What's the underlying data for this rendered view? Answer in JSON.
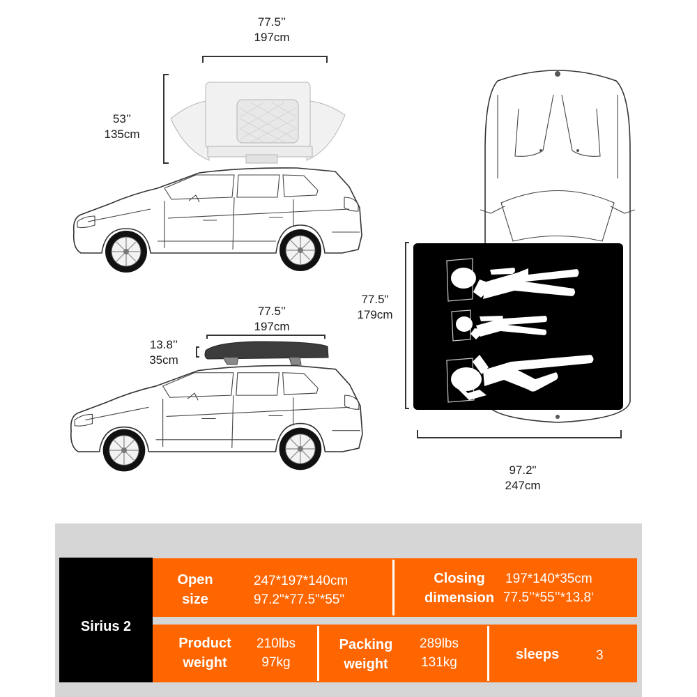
{
  "diagram": {
    "open_tent": {
      "width_label": {
        "inches": "77.5’’",
        "cm": "197cm"
      },
      "height_label": {
        "inches": "53’’",
        "cm": "135cm"
      }
    },
    "closed_tent": {
      "width_label": {
        "inches": "77.5’’",
        "cm": "197cm"
      },
      "height_label": {
        "inches": "13.8’’",
        "cm": "35cm"
      }
    },
    "top_view": {
      "depth_label": {
        "inches": "77.5\"",
        "cm": "179cm"
      },
      "length_label": {
        "inches": "97.2\"",
        "cm": "247cm"
      },
      "sleepers_icon": "three-sleeping-people-icon"
    }
  },
  "spec_table": {
    "model": "Sirius 2",
    "colors": {
      "accent": "#ff6600",
      "model_bg": "#000000",
      "panel_bg": "#d6d6d6",
      "text": "#ffffff"
    },
    "rows": [
      [
        {
          "label_line1": "Open",
          "label_line2": "size",
          "value_line1": "247*197*140cm",
          "value_line2": "97.2\"*77.5\"*55\""
        },
        {
          "label_line1": "Closing",
          "label_line2": "dimension",
          "value_line1": "197*140*35cm",
          "value_line2": "77.5’’*55’’*13.8‘"
        }
      ],
      [
        {
          "label_line1": "Product",
          "label_line2": "weight",
          "value_line1": "210lbs",
          "value_line2": "97kg"
        },
        {
          "label_line1": "Packing",
          "label_line2": "weight",
          "value_line1": "289lbs",
          "value_line2": "131kg"
        },
        {
          "label": "sleeps",
          "value": "3"
        }
      ]
    ]
  }
}
